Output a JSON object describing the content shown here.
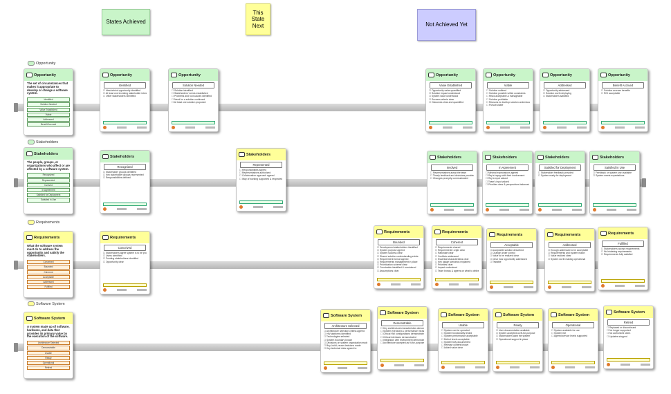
{
  "legend": {
    "achieved": "States Achieved",
    "next": "This State Next",
    "not_achieved": "Not Achieved Yet"
  },
  "colors": {
    "achieved": "#c9f5c9",
    "next": "#ffff99",
    "not_achieved": "#ccccff"
  },
  "lanes": {
    "opportunity": {
      "label": "Opportunity",
      "title": "Opportunity",
      "description": "The set of circumstances that makes it appropriate to develop or change a software system.",
      "states": [
        "Identified",
        "Solution Needed",
        "Value Established",
        "Viable",
        "Addressed",
        "Benefit Accrued"
      ],
      "cards": [
        {
          "state": "Identified",
          "checks": [
            "Idea behind opportunity identified",
            "At least one investing stakeholder interested",
            "Other stakeholders identified"
          ]
        },
        {
          "state": "Solution Needed",
          "checks": [
            "Solution identified",
            "Stakeholders' needs established",
            "Problems and root causes identified",
            "Need for a solution confirmed",
            "At least one solution proposed"
          ]
        },
        {
          "state": "Value Established",
          "checks": [
            "Opportunity value quantified",
            "Solution impact understood",
            "System value understood",
            "Success criteria clear",
            "Outcomes clear and quantified"
          ]
        },
        {
          "state": "Viable",
          "checks": [
            "Solution outlined",
            "Solution possible within constraints",
            "Risks acceptable & manageable",
            "Solution profitable",
            "Reasons to develop solution understood",
            "Pursuit viable"
          ]
        },
        {
          "state": "Addressed",
          "checks": [
            "Opportunity addressed",
            "Solution worth deploying",
            "Stakeholders satisfied"
          ]
        },
        {
          "state": "Benefit Accrued",
          "checks": [
            "Solution accrues benefits",
            "ROI acceptable"
          ]
        }
      ]
    },
    "stakeholders": {
      "label": "Stakeholders",
      "title": "Stakeholders",
      "description": "The people, groups, or organizations who affect or are affected by a software system.",
      "states": [
        "Recognized",
        "Represented",
        "Involved",
        "In Agreement",
        "Satisfied for Deployment",
        "Satisfied in Use"
      ],
      "cards": [
        {
          "state": "Recognized",
          "checks": [
            "Stakeholder groups identified",
            "Key stakeholder groups represented",
            "Responsibilities defined"
          ]
        },
        {
          "state": "Represented",
          "checks": [
            "Responsibilities agreed",
            "Representatives authorized",
            "Collaboration approach agreed",
            "Way of working supported & respected"
          ]
        },
        {
          "state": "Involved",
          "checks": [
            "Representatives assist the team",
            "Timely feedback and decisions provided",
            "Changes promptly communicated"
          ]
        },
        {
          "state": "In Agreement",
          "checks": [
            "Minimal expectations agreed",
            "Rep's happy with their involvement",
            "Rep's input valued",
            "Team's input valued",
            "Priorities clear & perspectives balanced"
          ]
        },
        {
          "state": "Satisfied for Deployment",
          "checks": [
            "Stakeholder feedback provided",
            "System ready for deployment"
          ]
        },
        {
          "state": "Satisfied in Use",
          "checks": [
            "Feedback on system use available",
            "System meets expectations"
          ]
        }
      ]
    },
    "requirements": {
      "label": "Requirements",
      "title": "Requirements",
      "description": "What the software system must do to address the opportunity and satisfy the stakeholders.",
      "states": [
        "Conceived",
        "Bounded",
        "Coherent",
        "Acceptable",
        "Addressed",
        "Fulfilled"
      ],
      "cards": [
        {
          "state": "Conceived",
          "checks": [
            "Stakeholders agree system is to be produced",
            "Users identified",
            "Funding stakeholders identified",
            "Opportunity clear"
          ]
        },
        {
          "state": "Bounded",
          "checks": [
            "Development stakeholders identified",
            "System purpose agreed",
            "System success clear",
            "Shared solution understanding exists",
            "Requirement format agreed",
            "Requirements management in place",
            "Prioritization scheme clear",
            "Constraints identified & considered",
            "Assumptions clear"
          ]
        },
        {
          "state": "Coherent",
          "checks": [
            "Requirements shared",
            "Requirements' origin clear",
            "Rationale clear",
            "Conflicts addressed",
            "Essential characteristics clear",
            "Key usage scenarios explained",
            "Priorities clear",
            "Impact understood",
            "Team knows & agrees on what to deliver"
          ]
        },
        {
          "state": "Acceptable",
          "checks": [
            "Acceptable solution described",
            "Change under control",
            "Value to be realized clear",
            "Clear how opportunity addressed",
            "Testable"
          ]
        },
        {
          "state": "Addressed",
          "checks": [
            "Enough addressed to be acceptable",
            "Requirements and system match",
            "Value realized clear",
            "System worth making operational"
          ]
        },
        {
          "state": "Fulfilled",
          "checks": [
            "Stakeholders accept requirements",
            "No hindering requirements",
            "Requirements fully satisfied"
          ]
        }
      ]
    },
    "software_system": {
      "label": "Software System",
      "title": "Software System",
      "description": "A system made up of software, hardware, and data that provides its primary value by the execution of the software.",
      "states": [
        "Architecture Selected",
        "Demonstrable",
        "Usable",
        "Ready",
        "Operational",
        "Retired"
      ],
      "cards": [
        {
          "state": "Architecture Selected",
          "checks": [
            "Architecture selection criteria agreed",
            "HW platforms identified",
            "Technologies selected",
            "System boundary known",
            "Decisions on system organization made",
            "Buy, build, reuse decisions made",
            "Key technical risks agreed to"
          ]
        },
        {
          "state": "Demonstrable",
          "checks": [
            "Key architectural characteristics demonstrated",
            "System exercised & performance measured",
            "Critical HW configurations demonstrated",
            "Critical interfaces demonstrated",
            "Integration with environment demonstrated",
            "Architecture accepted as fit-for-purpose"
          ]
        },
        {
          "state": "Usable",
          "checks": [
            "System can be operated",
            "System functionality tested",
            "System performance acceptable",
            "Defect levels acceptable",
            "System fully documented",
            "Release content known",
            "Added value clear"
          ]
        },
        {
          "state": "Ready",
          "checks": [
            "User documentation available",
            "System accepted as fit-for-purpose",
            "Stakeholders want the system",
            "Operational support in place"
          ]
        },
        {
          "state": "Operational",
          "checks": [
            "System available for use",
            "System live",
            "Agreed service levels supported"
          ]
        },
        {
          "state": "Retired",
          "checks": [
            "Replaced or discontinued",
            "No longer supported",
            "No authorized users",
            "Updates stopped"
          ]
        }
      ]
    }
  }
}
